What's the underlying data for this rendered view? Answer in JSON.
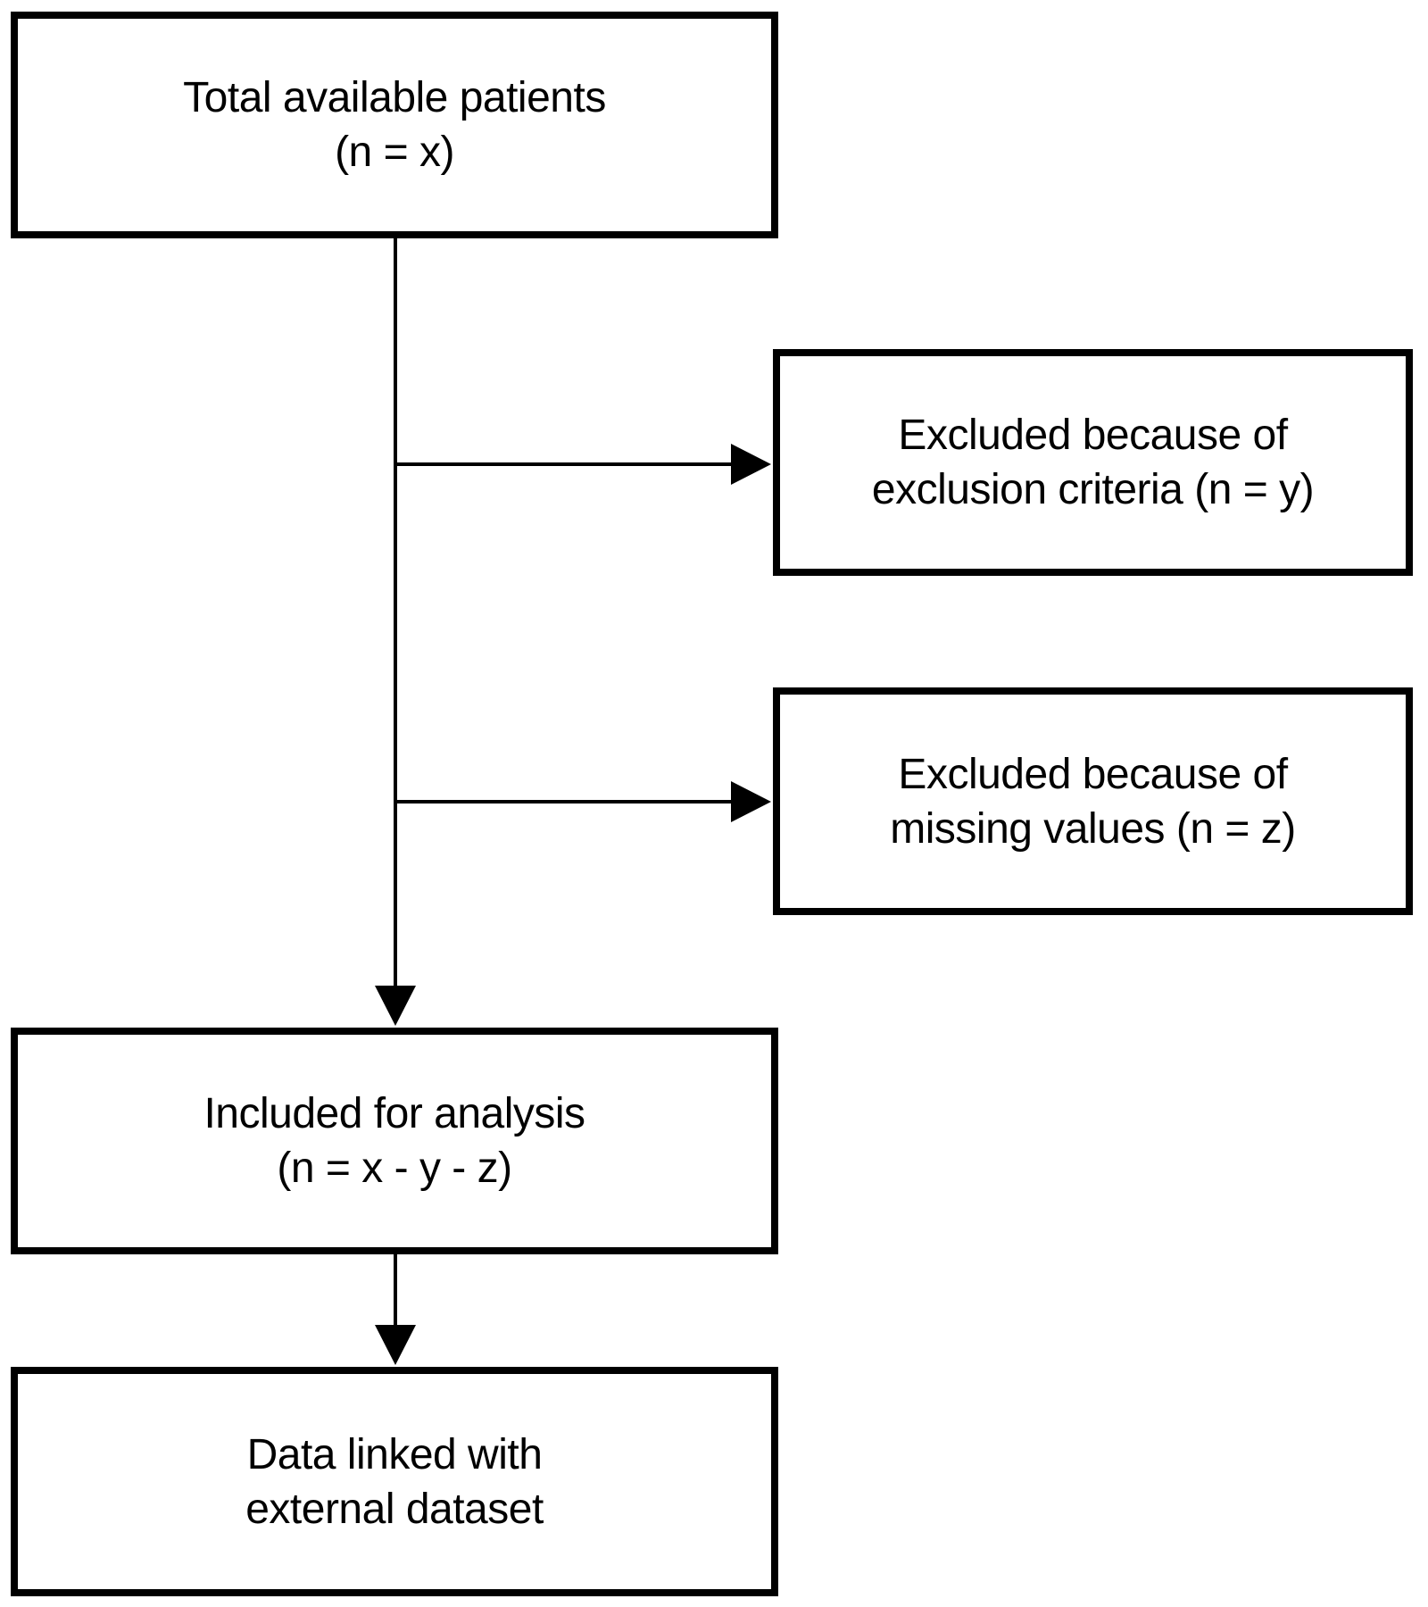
{
  "colors": {
    "background": "#ffffff",
    "box_fill": "#ffffff",
    "line": "#000000",
    "text": "#000000"
  },
  "nodes": {
    "total": {
      "lines": [
        "Total available patients",
        "(n = x)"
      ]
    },
    "excluded_criteria": {
      "lines": [
        "Excluded because of",
        "exclusion criteria (n = y)"
      ]
    },
    "excluded_missing": {
      "lines": [
        "Excluded because of",
        "missing values (n = z)"
      ]
    },
    "included": {
      "lines": [
        "Included for analysis",
        "(n = x - y - z)"
      ]
    },
    "linked": {
      "lines": [
        "Data linked with",
        "external dataset"
      ]
    }
  },
  "edges": [
    {
      "from": "total",
      "to": "excluded_criteria"
    },
    {
      "from": "total",
      "to": "excluded_missing"
    },
    {
      "from": "total",
      "to": "included"
    },
    {
      "from": "included",
      "to": "linked"
    }
  ]
}
